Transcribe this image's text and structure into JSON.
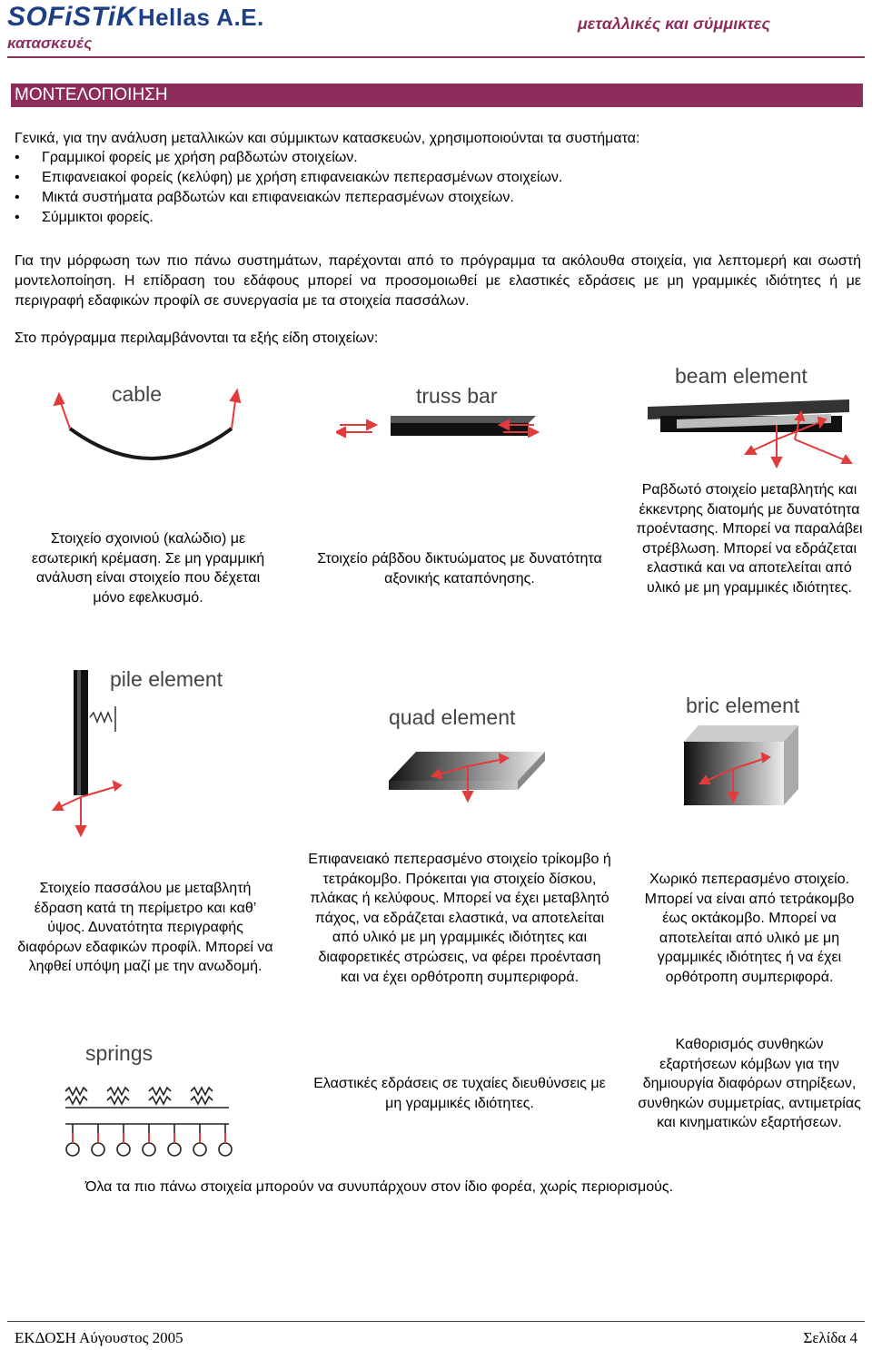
{
  "header": {
    "logo": "SOFiSTiK",
    "logo_suffix": "Hellas A.E.",
    "left_subtitle": "κατασκευές",
    "right_title": "μεταλλικές και σύμμικτες"
  },
  "section_title": "ΜΟΝΤΕΛΟΠΟΙΗΣΗ",
  "intro": "Γενικά, για την ανάλυση μεταλλικών και σύμμικτων κατασκευών, χρησιμοποιούνται τα συστήματα:",
  "bullets": [
    "Γραμμικοί φορείς με χρήση ραβδωτών στοιχείων.",
    "Επιφανειακοί φορείς (κελύφη) με χρήση επιφανειακών πεπερασμένων στοιχείων.",
    "Μικτά συστήματα ραβδωτών και επιφανειακών πεπερασμένων στοιχείων.",
    "Σύμμικτοι φορείς."
  ],
  "paragraph2": "Για την μόρφωση των πιο πάνω συστημάτων, παρέχονται από το πρόγραμμα τα ακόλουθα στοιχεία, για λεπτομερή και σωστή μοντελοποίηση. Η επίδραση του εδάφους μπορεί να προσομοιωθεί με ελαστικές εδράσεις με μη γραμμικές ιδιότητες ή με περιγραφή εδαφικών προφίλ σε συνεργασία με τα στοιχεία πασσάλων.",
  "paragraph3": "Στο πρόγραμμα περιλαμβάνονται τα εξής είδη στοιχείων:",
  "figure_labels": {
    "cable": "cable",
    "truss": "truss bar",
    "beam": "beam element",
    "pile": "pile element",
    "quad": "quad element",
    "bric": "bric element",
    "springs": "springs"
  },
  "descriptions": {
    "cable": "Στοιχείο σχοινιού (καλώδιο) με εσωτερική κρέμαση. Σε μη γραμμική ανάλυση είναι στοιχείο που δέχεται μόνο εφελκυσμό.",
    "truss": "Στοιχείο ράβδου δικτυώματος με δυνατότητα αξονικής καταπόνησης.",
    "beam": "Ραβδωτό στοιχείο μεταβλητής και έκκεντρης διατομής με δυνατότητα προέντασης. Μπορεί να παραλάβει στρέβλωση. Μπορεί να εδράζεται ελαστικά και να αποτελείται από υλικό με μη γραμμικές ιδιότητες.",
    "pile": "Στοιχείο πασσάλου με μεταβλητή έδραση κατά τη περίμετρο και καθ’ ύψος. Δυνατότητα περιγραφής διαφόρων εδαφικών προφίλ. Μπορεί να ληφθεί υπόψη μαζί με την ανωδομή.",
    "quad": "Επιφανειακό πεπερασμένο στοιχείο τρίκομβο ή τετράκομβο. Πρόκειται για στοιχείο δίσκου, πλάκας ή κελύφους. Μπορεί να έχει μεταβλητό πάχος, να εδράζεται ελαστικά, να αποτελείται από υλικό με μη γραμμικές ιδιότητες και διαφορετικές στρώσεις, να φέρει προένταση και να έχει ορθότροπη συμπεριφορά.",
    "bric": "Χωρικό πεπερασμένο στοιχείο. Μπορεί να είναι από τετράκομβο έως οκτάκομβο. Μπορεί να αποτελείται από υλικό με μη γραμμικές ιδιότητες ή να έχει ορθότροπη συμπεριφορά.",
    "springs": "Ελαστικές εδράσεις σε τυχαίες διευθύνσεις με μη γραμμικές ιδιότητες.",
    "constraints": "Καθορισμός συνθηκών εξαρτήσεων κόμβων για την δημιουργία διαφόρων στηρίξεων, συνθηκών συμμετρίας, αντιμετρίας και κινηματικών εξαρτήσεων."
  },
  "closing_note": "Όλα τα πιο πάνω στοιχεία μπορούν να συνυπάρχουν στον ίδιο φορέα, χωρίς περιορισμούς.",
  "footer": {
    "left": "ΕΚΔΟΣΗ Αύγουστος 2005",
    "right": "Σελίδα 4"
  },
  "colors": {
    "accent": "#8c2d5b",
    "logo": "#1c3f86",
    "arrow": "#e23b3b"
  }
}
